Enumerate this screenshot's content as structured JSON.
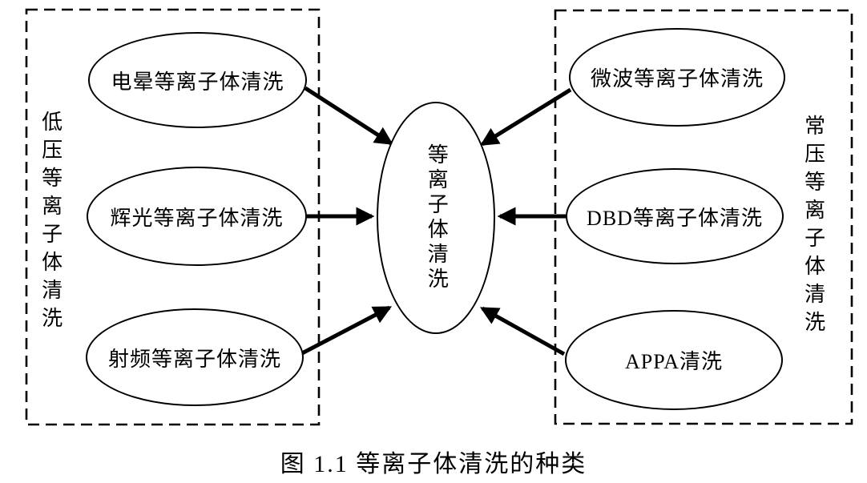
{
  "figure": {
    "caption": "图 1.1 等离子体清洗的种类"
  },
  "center_node": {
    "label": "等离子体清洗"
  },
  "left_group": {
    "label": "低压等离子体清洗",
    "nodes": [
      {
        "label": "电晕等离子体清洗"
      },
      {
        "label": "辉光等离子体清洗"
      },
      {
        "label": "射频等离子体清洗"
      }
    ]
  },
  "right_group": {
    "label": "常压等离子体清洗",
    "nodes": [
      {
        "label": "微波等离子体清洗"
      },
      {
        "label": "DBD等离子体清洗"
      },
      {
        "label": "APPA清洗"
      }
    ]
  },
  "colors": {
    "line": "#000000",
    "background": "#ffffff"
  }
}
